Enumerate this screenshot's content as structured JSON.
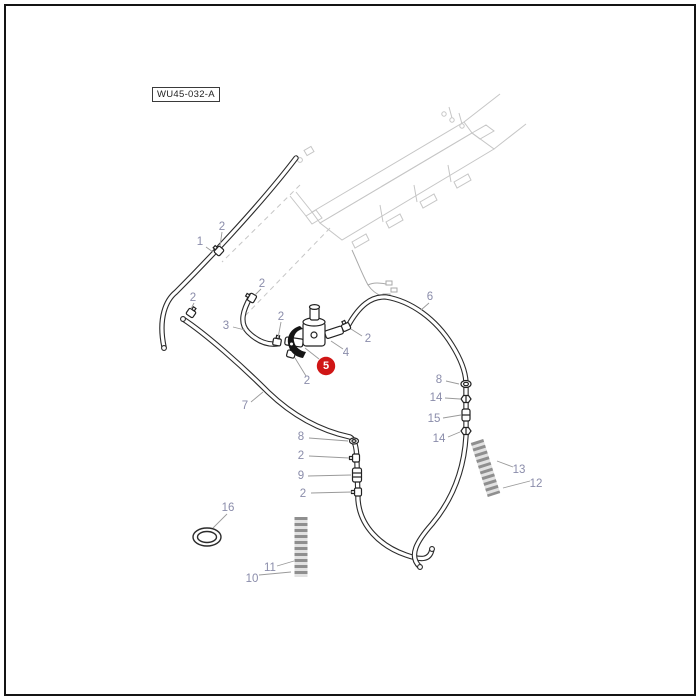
{
  "frame": {
    "label": "WU45-032-A"
  },
  "colors": {
    "highlight": "#d01616",
    "callout_text": "#8a8caa",
    "line": "#2b2b2b",
    "reference": "#c6c6c6"
  },
  "highlight": {
    "num": "5"
  },
  "callouts": [
    {
      "num": "1"
    },
    {
      "num": "2"
    },
    {
      "num": "2"
    },
    {
      "num": "2"
    },
    {
      "num": "3"
    },
    {
      "num": "2"
    },
    {
      "num": "4"
    },
    {
      "num": "2"
    },
    {
      "num": "2"
    },
    {
      "num": "6"
    },
    {
      "num": "7"
    },
    {
      "num": "8"
    },
    {
      "num": "14"
    },
    {
      "num": "15"
    },
    {
      "num": "14"
    },
    {
      "num": "8"
    },
    {
      "num": "2"
    },
    {
      "num": "9"
    },
    {
      "num": "2"
    },
    {
      "num": "13"
    },
    {
      "num": "12"
    },
    {
      "num": "16"
    },
    {
      "num": "11"
    },
    {
      "num": "10"
    }
  ]
}
